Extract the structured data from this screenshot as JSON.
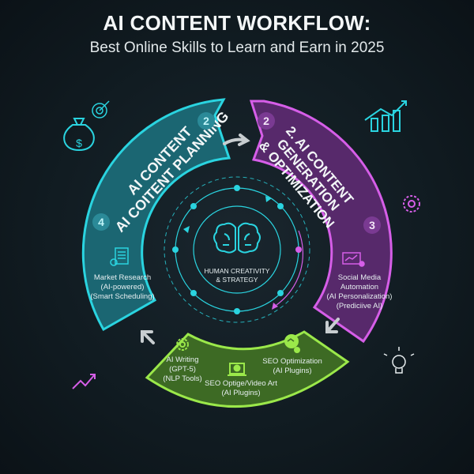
{
  "header": {
    "title": "AI CONTENT WORKFLOW:",
    "subtitle": "Best Online Skills to Learn and Earn in 2025"
  },
  "center": {
    "label_line1": "HUMAN CREATIVITY",
    "label_line2": "& STRATEGY",
    "icon": "brain-icon"
  },
  "planning": {
    "title_line1": "AI CONTENT",
    "title_line2": "AI COITENT PLANNING",
    "badge_top": "2",
    "badge_side": "4",
    "item": {
      "icon": "document-icon",
      "line1": "Market Research",
      "line2": "(AI-powered)",
      "line3": "(Smart Scheduling)"
    },
    "color": "#2ad4e0"
  },
  "generation": {
    "title_line1": "2. AI CONTENT",
    "title_line2": "GENERATION",
    "title_line3": "& OPTIMIZATION",
    "badge_top": "2",
    "badge_side": "3",
    "item": {
      "icon": "analytics-screen-icon",
      "line1": "Social Media",
      "line2": "Automation",
      "line3": "(AI Personalization)",
      "line4": "(Prediciive AI)"
    },
    "color": "#d65ee8"
  },
  "tools": {
    "color": "#9be84a",
    "items": [
      {
        "icon": "gear-icon",
        "line1": "AI Writing",
        "line2": "(GPT-5)",
        "line3": "(NLP Tools)"
      },
      {
        "icon": "monitor-icon",
        "line1": "SEO Optige/Video Art",
        "line2": "(AI Plugins)"
      },
      {
        "icon": "seo-badge-icon",
        "line1": "SEO Optimization",
        "line2": "(AI Plugins)"
      }
    ]
  }
}
